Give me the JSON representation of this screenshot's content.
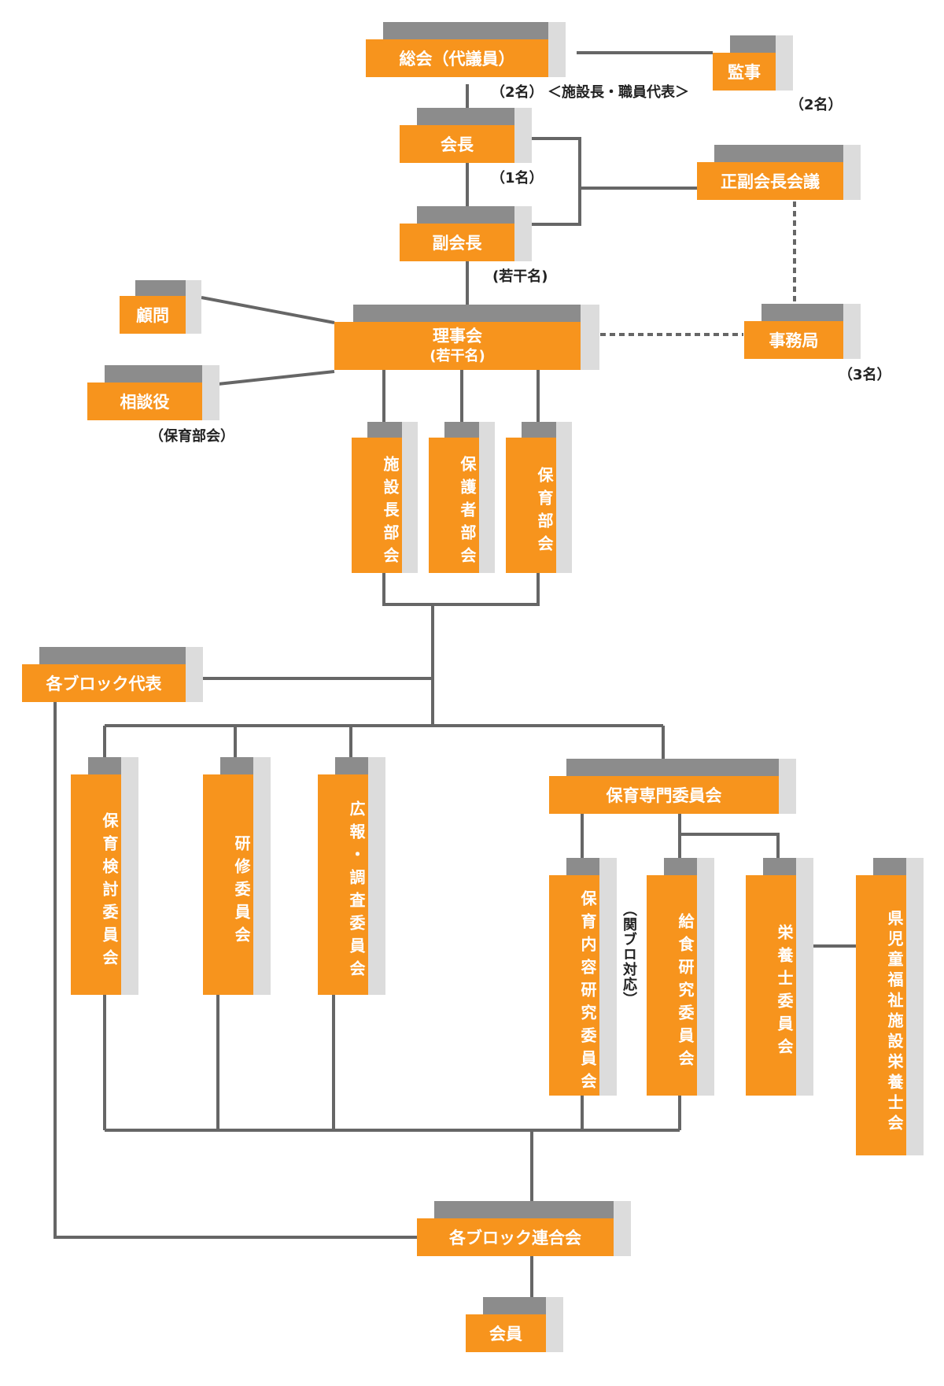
{
  "nodes": {
    "soukai": "総会（代議員）",
    "kanji": "監事",
    "kaicho": "会長",
    "seifuku": "正副会長会議",
    "fukukaicho": "副会長",
    "komon": "顧問",
    "rijikai": "理事会",
    "rijikai_sub": "(若干名)",
    "jimukyoku": "事務局",
    "sodanyaku": "相談役",
    "shisetsucho_bukai": "施設長部会",
    "hogosha_bukai": "保護者部会",
    "hoiku_bukai": "保育部会",
    "block_daihyo": "各ブロック代表",
    "hoiku_kento": "保育検討委員会",
    "kenshu": "研修委員会",
    "koho_chosa": "広報・調査委員会",
    "hoiku_senmon": "保育専門委員会",
    "hoiku_naiyo": "保育内容研究委員会",
    "kyushoku": "給食研究委員会",
    "eiyoshi": "栄養士委員会",
    "ken_jido": "県児童福祉施設栄養士会",
    "block_rengokai": "各ブロック連合会",
    "kaiin": "会員"
  },
  "notes": {
    "soukai_count": "（2名）",
    "soukai_note": "＜施設長・職員代表＞",
    "kanji_count": "（2名）",
    "kaicho_count": "（1名）",
    "fukukaicho_count": "(若干名)",
    "jimukyoku_count": "（3名）",
    "sodanyaku_note": "（保育部会）",
    "kanburo": "（関ブロ対応）"
  },
  "colors": {
    "box_front": "#f7941d",
    "box_top": "#8c8c8c",
    "box_side": "#dcdcdc",
    "line": "#666666"
  }
}
